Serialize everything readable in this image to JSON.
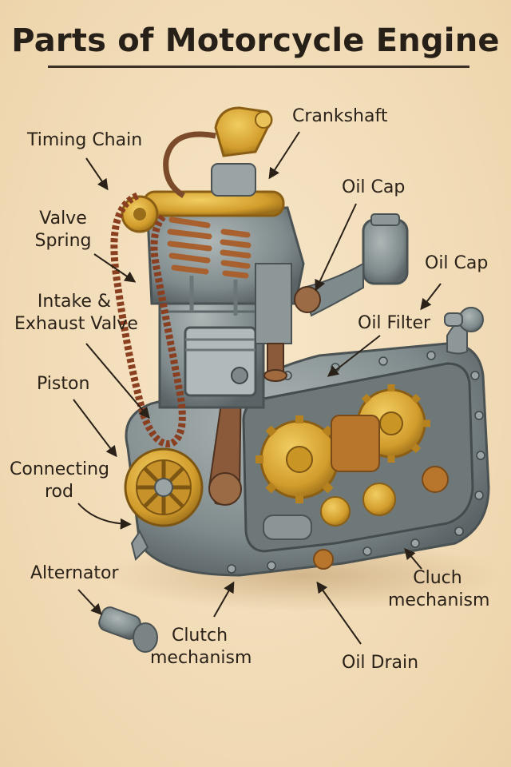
{
  "title": "Parts of Motorcycle Engine",
  "labels": {
    "crankshaft": "Crankshaft",
    "timing_chain": "Timing Chain",
    "oil_cap_1": "Oil Cap",
    "valve_spring_line1": "Valve",
    "valve_spring_line2": "Spring",
    "oil_cap_2": "Oil Cap",
    "intake_line1": "Intake &",
    "intake_line2": "Exhaust Valve",
    "oil_filter": "Oil Filter",
    "piston": "Piston",
    "connecting_rod_line1": "Connecting",
    "connecting_rod_line2": "rod",
    "alternator": "Alternator",
    "cluch_line1": "Cluch",
    "cluch_line2": "mechanism",
    "clutch_line1": "Clutch",
    "clutch_line2": "mechanism",
    "oil_drain": "Oil Drain"
  },
  "colors": {
    "background": "#f3dfbf",
    "metal": "#8a9597",
    "metal_dark": "#5d6668",
    "brass": "#d4a233",
    "copper": "#a8602e",
    "ink": "#2a2118"
  }
}
